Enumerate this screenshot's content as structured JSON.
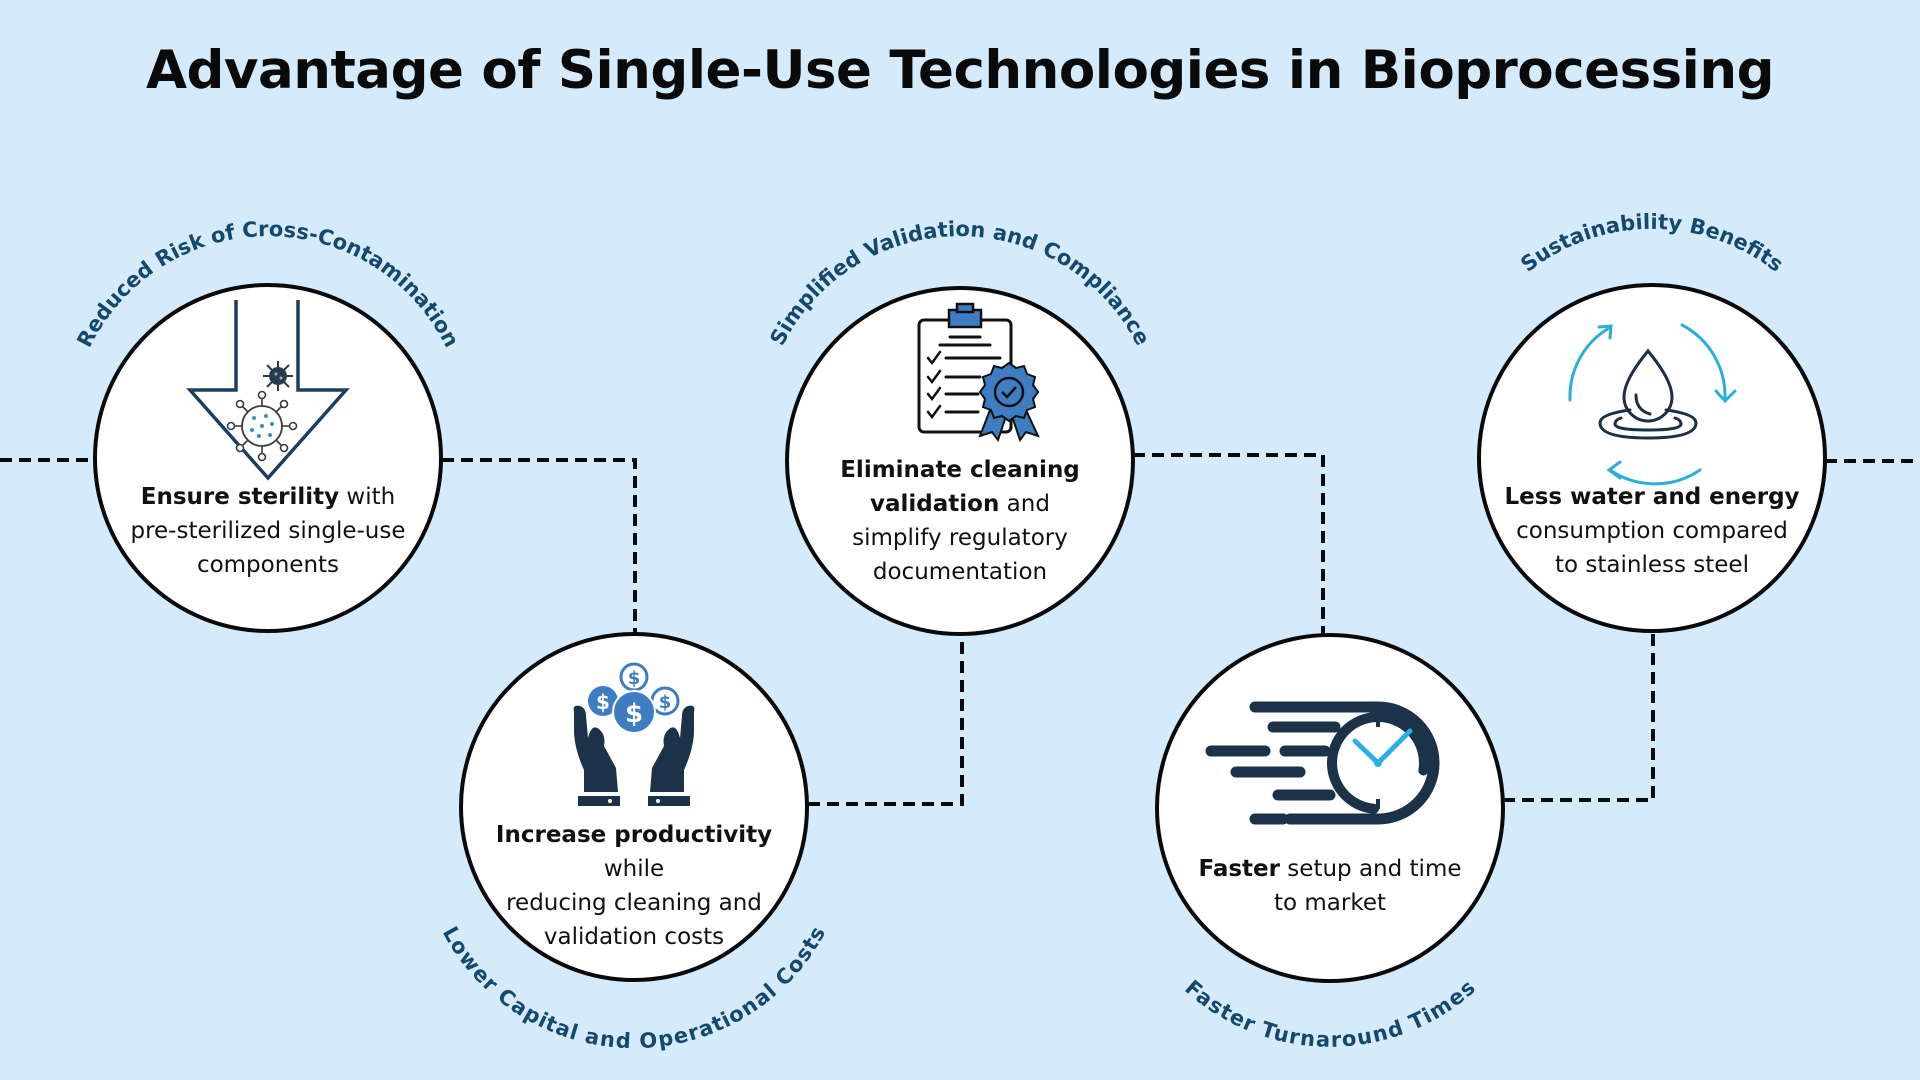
{
  "title": "Advantage of Single-Use Technologies in Bioprocessing",
  "colors": {
    "background": "#d5ebfb",
    "circle_fill": "#ffffff",
    "circle_stroke": "#0a0a0a",
    "connector": "#0a0a0a",
    "label": "#14486c",
    "icon_navy": "#1c3248",
    "icon_blue": "#3f7dc3",
    "icon_cyan": "#2ab0d8"
  },
  "benefits": [
    {
      "label": "Reduced Risk of Cross-Contamination",
      "label_position": "top",
      "icon": "arrow-down-virus-icon",
      "text_bold": "Ensure sterility",
      "text_rest_1": " with",
      "line2": "pre-sterilized single-use",
      "line3": "components"
    },
    {
      "label": "Lower Capital and Operational Costs",
      "label_position": "bottom",
      "icon": "hands-money-icon",
      "text_bold": "Increase productivity",
      "text_rest_1": " while",
      "line2": "reducing cleaning and",
      "line3": "validation costs"
    },
    {
      "label": "Simplified Validation and Compliance",
      "label_position": "top",
      "icon": "clipboard-certificate-icon",
      "text_bold": "Eliminate cleaning",
      "text_bold_2": "validation",
      "text_rest_2": " and",
      "line3": "simplify regulatory",
      "line4": "documentation"
    },
    {
      "label": "Faster Turnaround Times",
      "label_position": "bottom",
      "icon": "fast-clock-icon",
      "text_bold": "Faster",
      "text_rest_1": " setup and time",
      "line2": "to market"
    },
    {
      "label": "Sustainability Benefits",
      "label_position": "top",
      "icon": "water-drop-recycle-icon",
      "text_bold": "Less water and energy",
      "line2": "consumption compared",
      "line3": "to stainless steel"
    }
  ]
}
